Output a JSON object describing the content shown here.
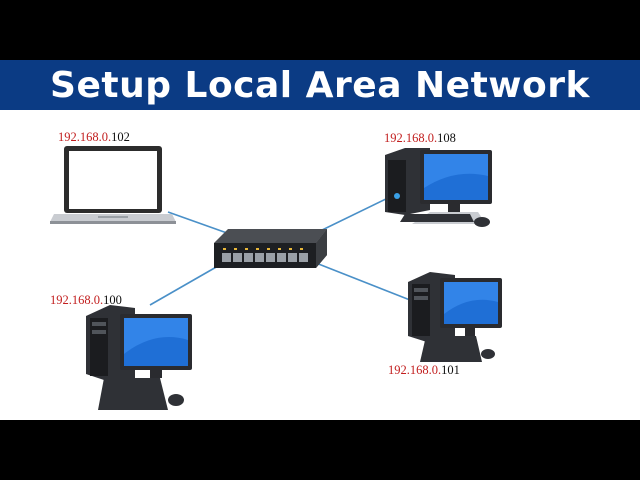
{
  "title": "Setup Local Area Network",
  "colors": {
    "banner": "#0b3b84",
    "network_prefix": "#c21e1e",
    "cable": "#4a90c8"
  },
  "switch": {
    "icon": "network-switch-icon"
  },
  "devices": [
    {
      "id": "laptop",
      "icon": "laptop-icon",
      "ip_prefix": "192.168.0.",
      "ip_host": "102"
    },
    {
      "id": "desktop-top-right",
      "icon": "desktop-computer-icon",
      "ip_prefix": "192.168.0.",
      "ip_host": "108"
    },
    {
      "id": "desktop-bottom-left",
      "icon": "desktop-computer-icon",
      "ip_prefix": "192.168.0.",
      "ip_host": "100"
    },
    {
      "id": "desktop-bottom-right",
      "icon": "desktop-computer-icon",
      "ip_prefix": "192.168.0.",
      "ip_host": "101"
    }
  ]
}
